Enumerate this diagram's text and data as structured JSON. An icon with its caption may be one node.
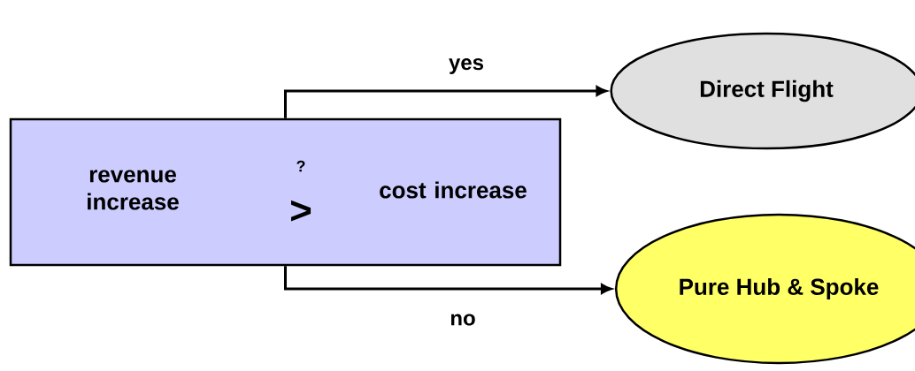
{
  "diagram": {
    "nodes": [
      {
        "text": [
          "revenue increase",
          "?",
          ">",
          "cost increase"
        ]
      },
      {
        "text": [
          "Direct Flight"
        ]
      },
      {
        "text": [
          "Pure Hub & Spoke"
        ]
      }
    ],
    "edges": [
      {
        "from": 0,
        "to": 1,
        "arrow": "to",
        "label": "yes"
      },
      {
        "from": 0,
        "to": 2,
        "arrow": "to",
        "label": "no"
      }
    ]
  }
}
